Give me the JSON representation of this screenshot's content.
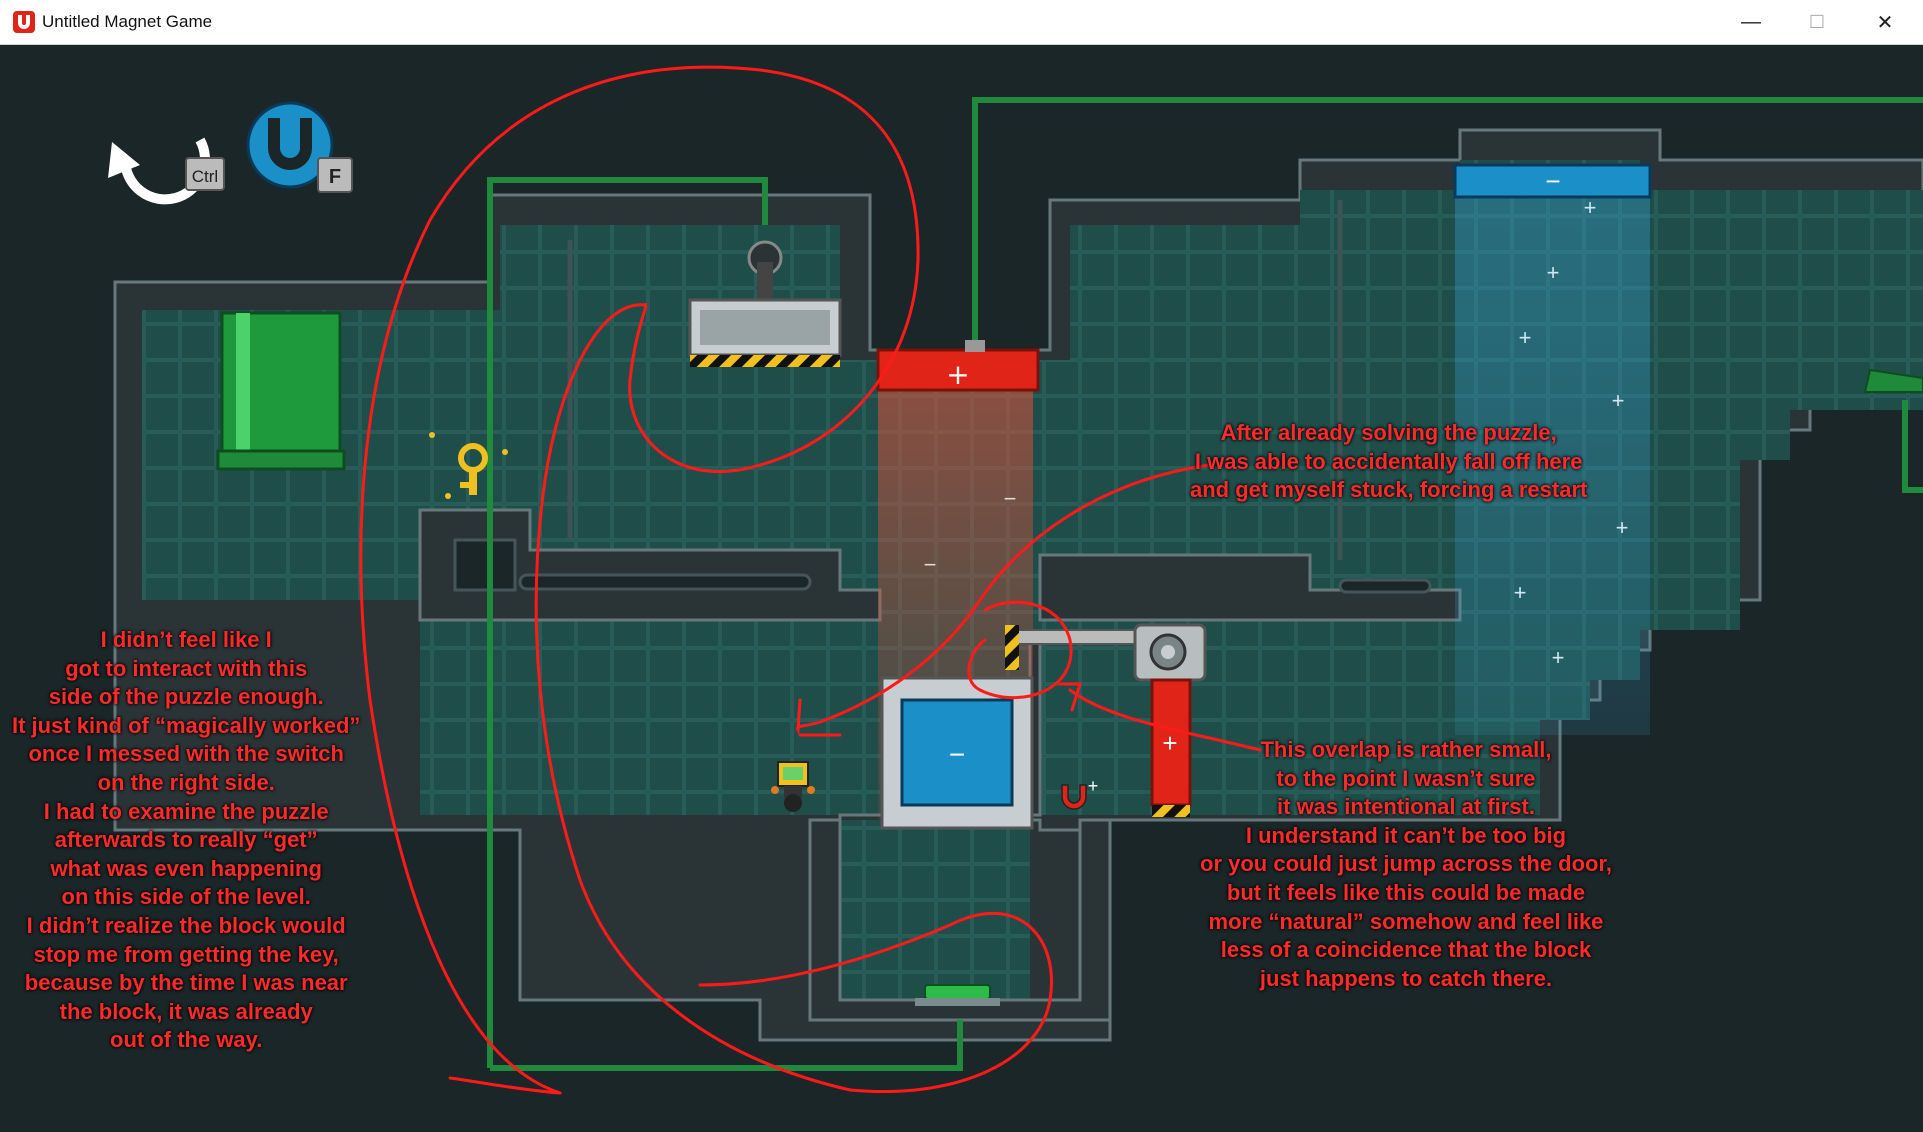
{
  "window": {
    "title": "Untitled Magnet Game",
    "minimize_glyph": "—",
    "maximize_glyph": "☐",
    "close_glyph": "✕"
  },
  "hud": {
    "restart_key": "Ctrl",
    "magnet_key": "F"
  },
  "annotations": {
    "top_right": "After already solving the puzzle,\nI was able to accidentally fall off here\nand get myself stuck, forcing a restart",
    "left": "I didn’t feel like I\ngot to interact with this\nside of the puzzle enough.\nIt just kind of “magically worked”\nonce I messed with the switch\non the right side.\nI had to examine the puzzle\nafterwards to really “get”\nwhat was even happening\non this side of the level.\nI didn’t realize the block would\nstop me from getting the key,\nbecause by the time I was near\nthe block, it was already\nout of the way.",
    "bottom_right": "This overlap is rather small,\nto the point I wasn’t sure\nit was intentional at first.\nI understand it can’t be too big\nor you could just jump across the door,\nbut it feels like this could be made\nmore “natural” somehow and feel like\nless of a coincidence that the block\njust happens to catch there."
  },
  "colors": {
    "background": "#1b2628",
    "room_fill": "#1f4e4a",
    "wall": "#2c3638",
    "wall_edge": "#7a8b8e",
    "pipe_green": "#1e8a3a",
    "magnet_red": "#e02418",
    "magnet_blue": "#1a8fc8",
    "annotation_red": "#ff2a2a",
    "key_gold": "#f0c020"
  },
  "symbols": {
    "plus": "+",
    "minus": "−"
  }
}
